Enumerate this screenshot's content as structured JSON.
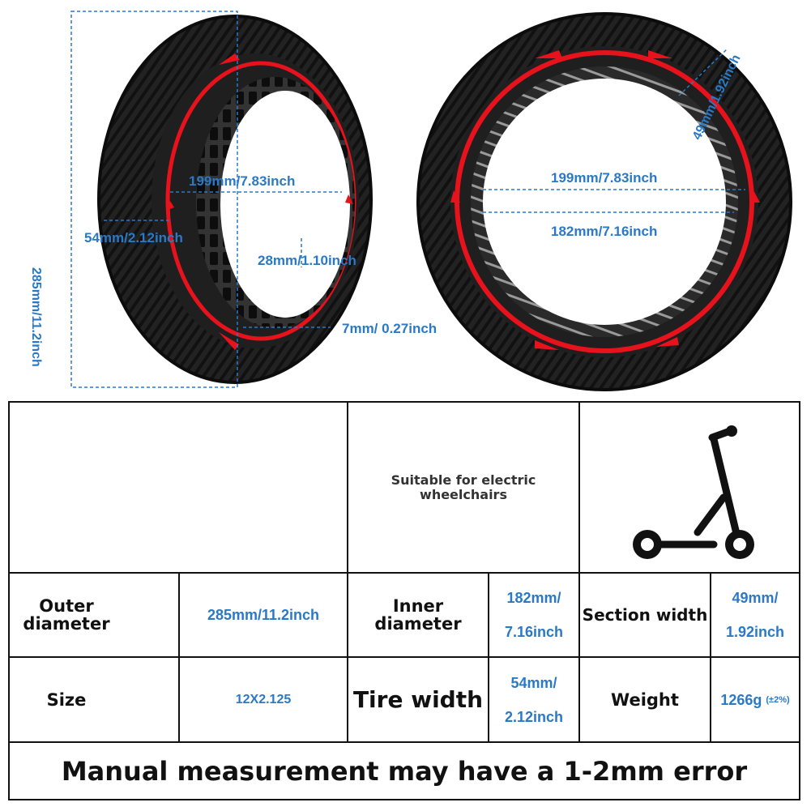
{
  "dimensions": {
    "outer_height": "285mm/11.2inch",
    "left_inner_diameter": "199mm/7.83inch",
    "left_tire_width": "54mm/2.12inch",
    "left_hole_depth": "28mm/1.10inch",
    "left_rim_lip": "7mm/ 0.27inch",
    "right_inner_diameter": "199mm/7.83inch",
    "right_inner_rim": "182mm/7.16inch",
    "right_section_width": "49mm/1.92inch"
  },
  "table": {
    "suitable": [
      "Suitable for electric",
      "wheelchairs"
    ],
    "outer_diameter_label": [
      "Outer",
      "diameter"
    ],
    "outer_diameter_value": "285mm/11.2inch",
    "inner_diameter_label": [
      "Inner",
      "diameter"
    ],
    "inner_diameter_value": [
      "182mm/",
      "7.16inch"
    ],
    "section_width_label": "Section width",
    "section_width_value": [
      "49mm/",
      "1.92inch"
    ],
    "size_label": "Size",
    "size_value": "12X2.125",
    "tire_width_label": "Tire width",
    "tire_width_value": [
      "54mm/",
      "2.12inch"
    ],
    "weight_label": "Weight",
    "weight_value": "1266g",
    "weight_tolerance": "(±2%)",
    "footer_note": "Manual measurement may have a 1-2mm error"
  },
  "colors": {
    "dimension_blue": "#2a79c6",
    "accent_red": "#e8121c",
    "tire_black": "#1c1c1c"
  }
}
